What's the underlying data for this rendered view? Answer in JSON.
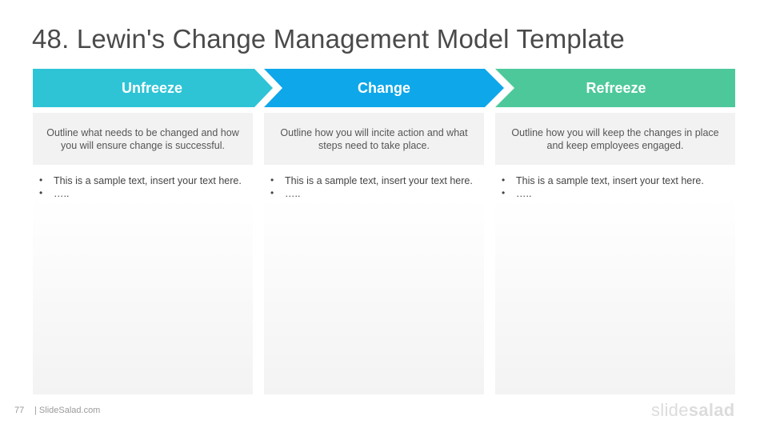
{
  "title": "48. Lewin's Change Management Model Template",
  "colors": {
    "unfreeze": "#2ec4d6",
    "change": "#0ea7e9",
    "refreeze": "#4dc89a"
  },
  "stages": [
    {
      "label": "Unfreeze",
      "description": "Outline what needs to be changed and how you will ensure change is successful.",
      "bullets": [
        "This is a sample text, insert your text here.",
        "….."
      ]
    },
    {
      "label": "Change",
      "description": "Outline how you will incite action and what steps need to take place.",
      "bullets": [
        "This is a sample text, insert your text here.",
        "….."
      ]
    },
    {
      "label": "Refreeze",
      "description": "Outline how you will keep the changes in place and keep employees engaged.",
      "bullets": [
        "This is a sample text, insert your text here.",
        "….."
      ]
    }
  ],
  "footer": {
    "page_number": "77",
    "site": "| SlideSalad.com",
    "logo_light": "slide",
    "logo_bold": "salad"
  }
}
